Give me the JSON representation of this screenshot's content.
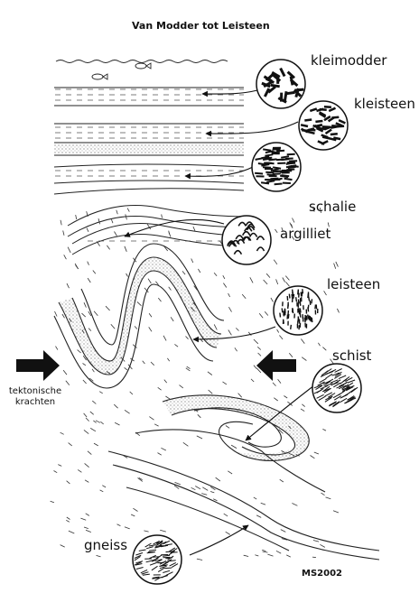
{
  "title": "Van Modder tot Leisteen",
  "rocks": [
    {
      "id": "kleimodder",
      "label": "kleimodder"
    },
    {
      "id": "kleisteen",
      "label": "kleisteen"
    },
    {
      "id": "schalie",
      "label": "schalie"
    },
    {
      "id": "argilliet",
      "label": "argilliet"
    },
    {
      "id": "leisteen",
      "label": "leisteen"
    },
    {
      "id": "schist",
      "label": "schist"
    },
    {
      "id": "gneiss",
      "label": "gneiss"
    }
  ],
  "force_label_line1": "tektonische",
  "force_label_line2": "krachten",
  "signature": "MS2002"
}
